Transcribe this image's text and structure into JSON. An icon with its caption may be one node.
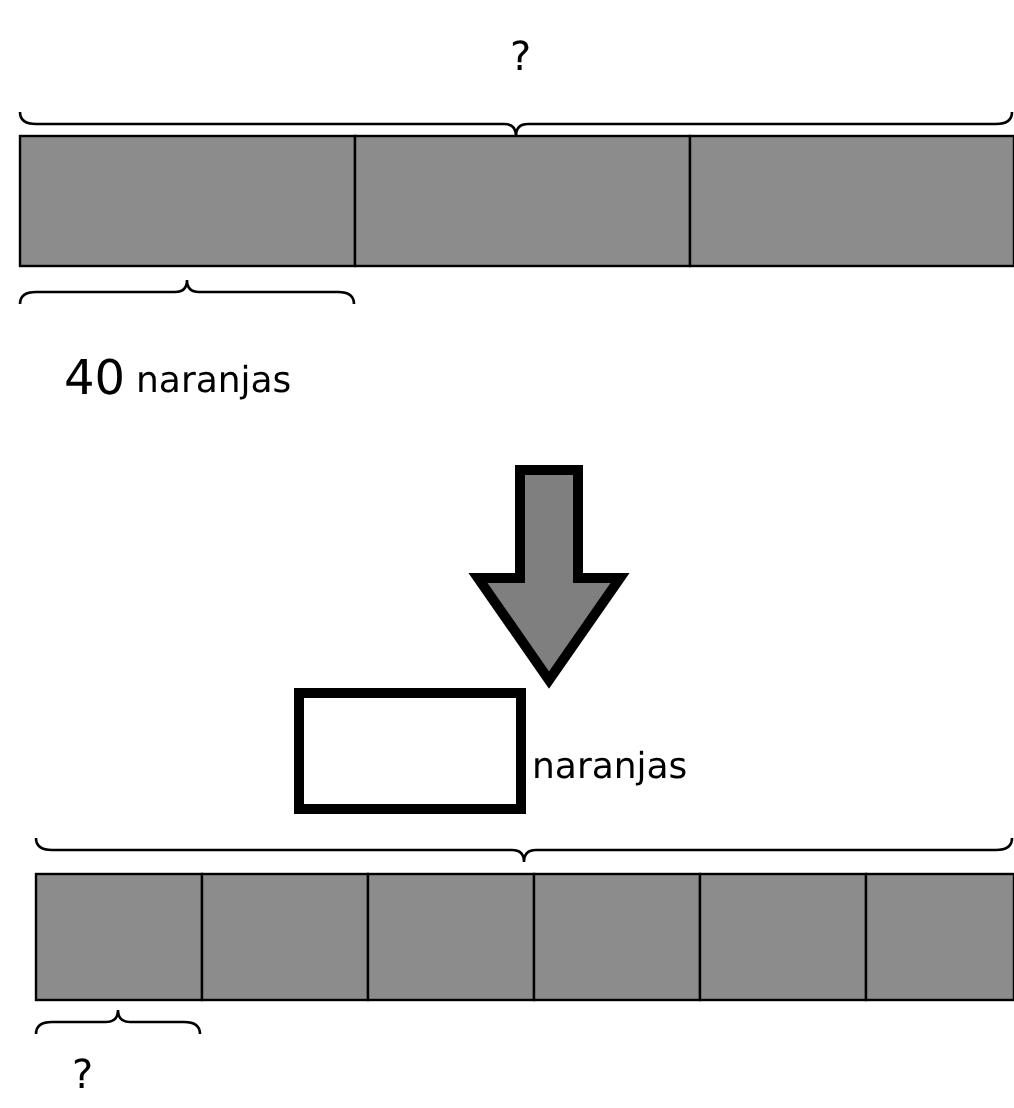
{
  "diagram": {
    "labels": [
      "?",
      "40",
      "naranjas",
      "naranjas",
      "?"
    ]
  }
}
